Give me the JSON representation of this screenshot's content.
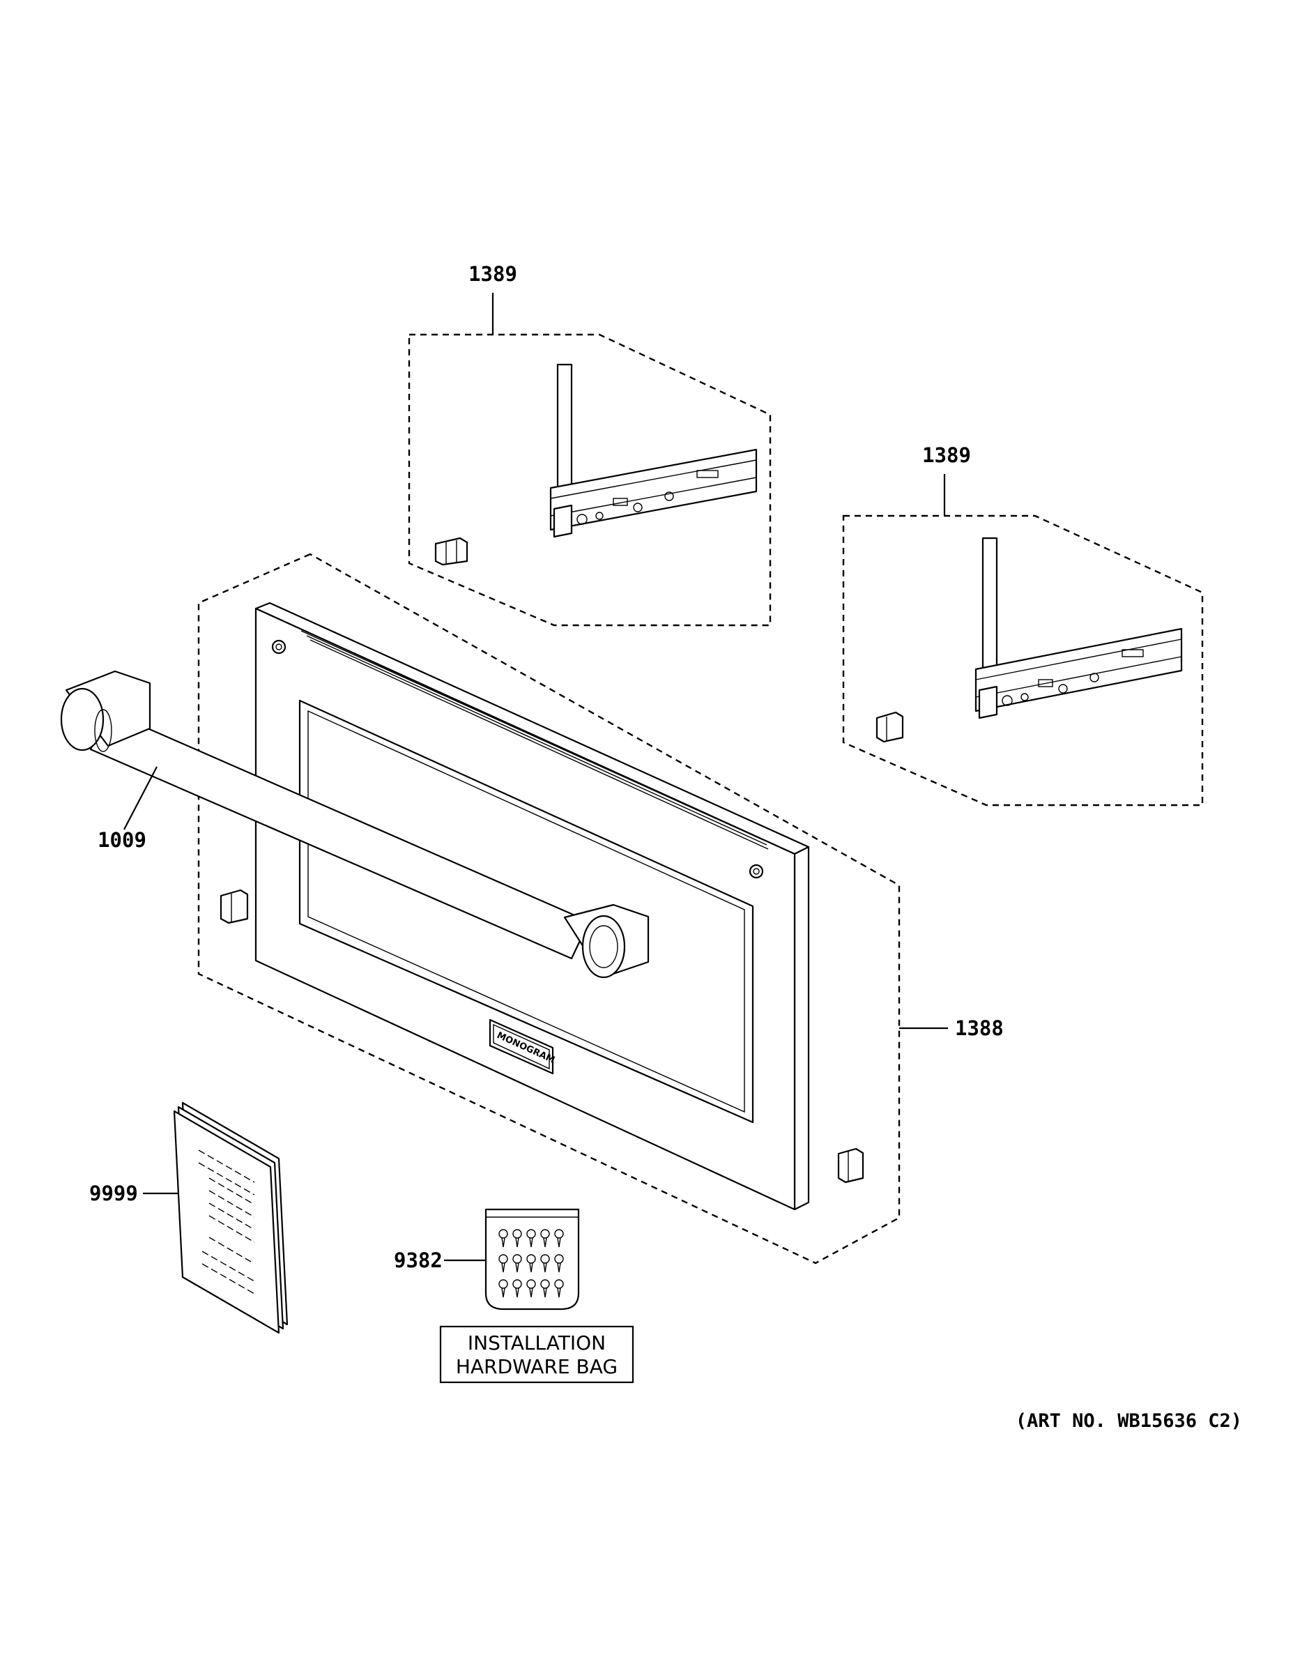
{
  "callouts": {
    "hinge_left": "1389",
    "hinge_right": "1389",
    "handle": "1009",
    "door_assembly": "1388",
    "literature": "9999",
    "hardware_bag": "9382"
  },
  "hardware_box": {
    "line1": "INSTALLATION",
    "line2": "HARDWARE BAG"
  },
  "brand_plate": "MONOGRAM",
  "art_number": "(ART NO. WB15636 C2)"
}
